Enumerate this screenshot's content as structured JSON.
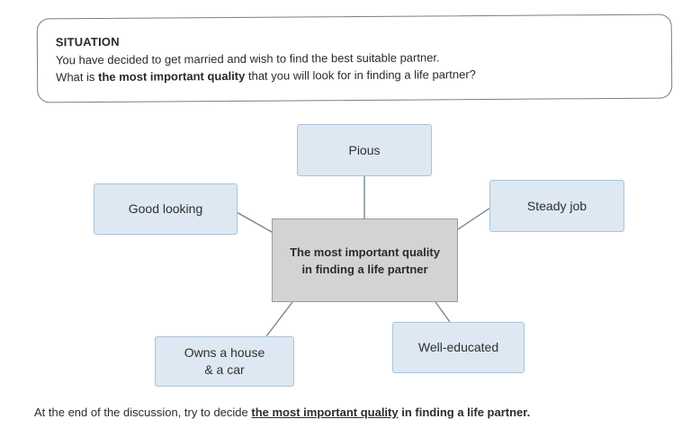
{
  "situation": {
    "heading": "SITUATION",
    "line1": "You have decided to get married and wish to find the best suitable partner.",
    "line2_pre": "What is ",
    "line2_bold": "the most important quality",
    "line2_post": " that you will look for in finding a life partner?"
  },
  "mindmap": {
    "center": "The most important quality in finding a life partner",
    "nodes": {
      "pious": "Pious",
      "good_looking": "Good looking",
      "steady_job": "Steady job",
      "owns_house": "Owns a house & a car",
      "well_educated": "Well-educated"
    }
  },
  "footer": {
    "pre": "At the end of the discussion, try to decide ",
    "underlined": "the most important quality",
    "post": " in finding a life partner."
  },
  "colors": {
    "node_fill": "#dde8f2",
    "node_border": "#a9c3da",
    "center_fill": "#d3d3d3",
    "connector": "#6e7f8c"
  }
}
